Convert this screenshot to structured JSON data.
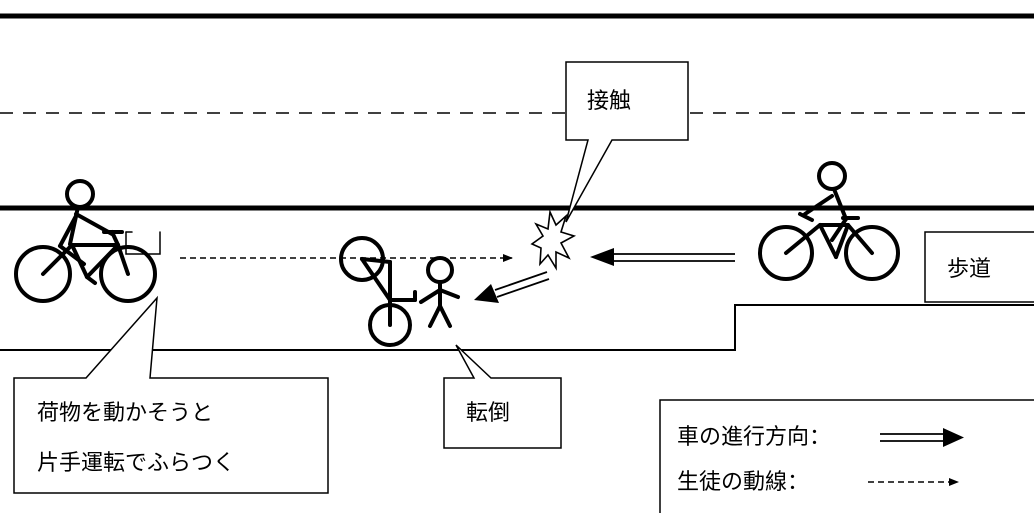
{
  "labels": {
    "contact": "接触",
    "sidewalk": "歩道",
    "fall": "転倒",
    "wobble_line1": "荷物を動かそうと",
    "wobble_line2": "片手運転でふらつく"
  },
  "legend": {
    "vehicle_direction": "車の進行方向：",
    "student_path": "生徒の動線："
  },
  "colors": {
    "ink": "#000000",
    "background": "#ffffff"
  }
}
